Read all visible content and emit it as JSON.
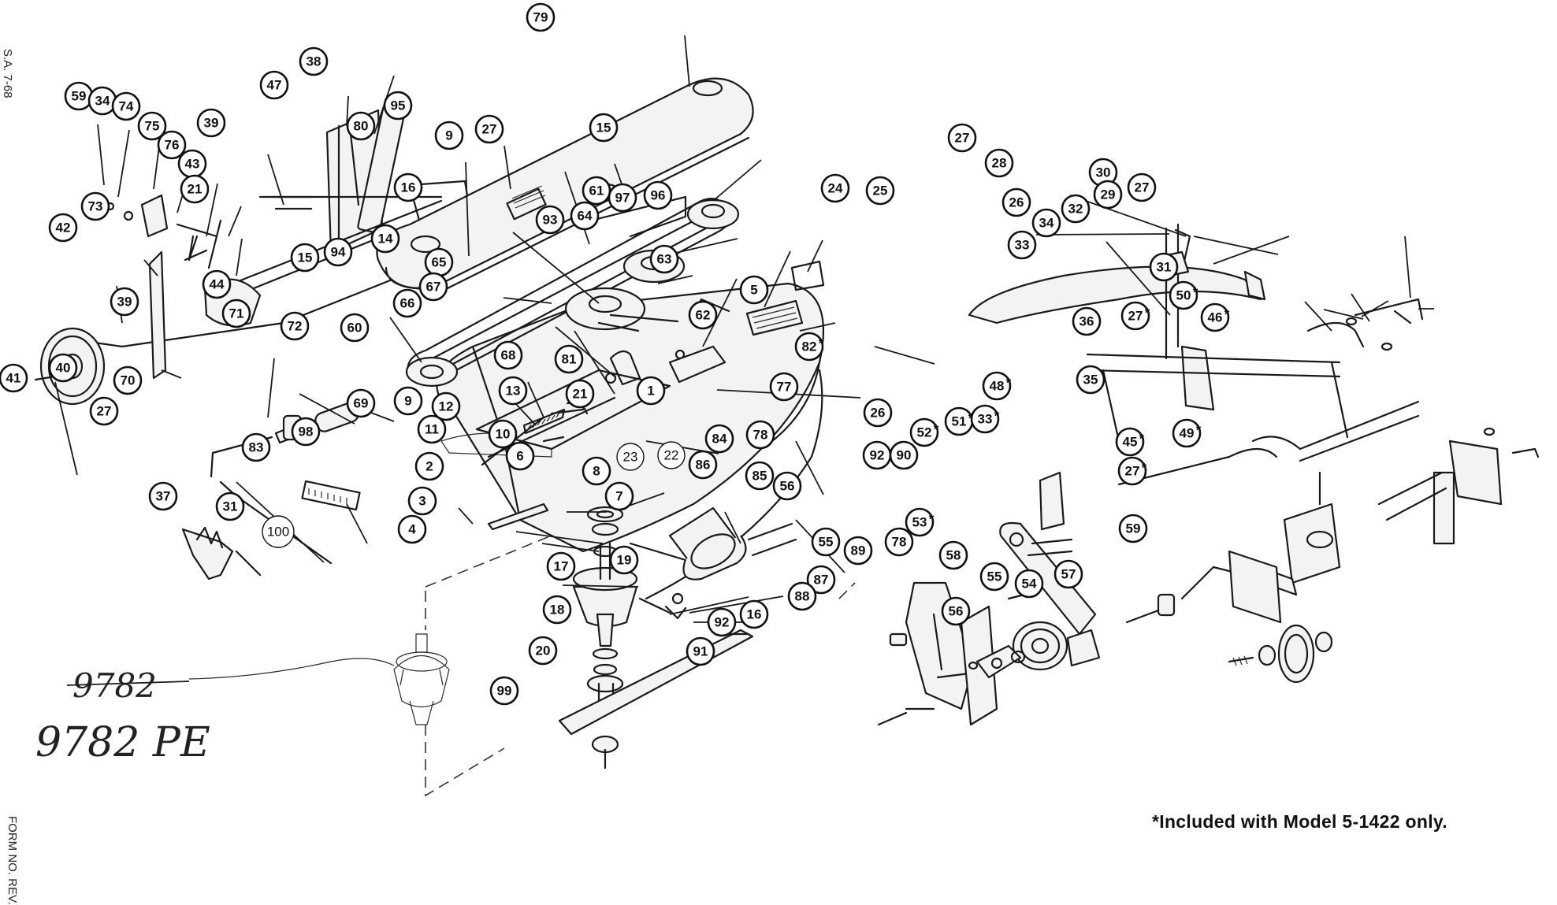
{
  "footnote": "*Included with Model 5-1422 only.",
  "handwritten_crossed": "9782",
  "handwritten_code": "9782 PE",
  "edge_text_top": "S.A. 7-68",
  "edge_text_bottom": "FORM NO. REV.",
  "callouts": [
    {
      "id": "79",
      "star": false
    },
    {
      "id": "38",
      "star": false
    },
    {
      "id": "47",
      "star": false
    },
    {
      "id": "59",
      "star": false
    },
    {
      "id": "34",
      "star": false
    },
    {
      "id": "74",
      "star": false
    },
    {
      "id": "75",
      "star": false
    },
    {
      "id": "39",
      "star": false
    },
    {
      "id": "95",
      "star": false
    },
    {
      "id": "80",
      "star": false
    },
    {
      "id": "9",
      "star": false
    },
    {
      "id": "27",
      "star": false
    },
    {
      "id": "15",
      "star": false
    },
    {
      "id": "76",
      "star": false
    },
    {
      "id": "43",
      "star": false
    },
    {
      "id": "16",
      "star": false
    },
    {
      "id": "61",
      "star": false
    },
    {
      "id": "97",
      "star": false
    },
    {
      "id": "96",
      "star": false
    },
    {
      "id": "73",
      "star": false
    },
    {
      "id": "21",
      "star": false
    },
    {
      "id": "42",
      "star": false
    },
    {
      "id": "14",
      "star": false
    },
    {
      "id": "93",
      "star": false
    },
    {
      "id": "64",
      "star": false
    },
    {
      "id": "15",
      "star": false
    },
    {
      "id": "94",
      "star": false
    },
    {
      "id": "65",
      "star": false
    },
    {
      "id": "63",
      "star": false
    },
    {
      "id": "44",
      "star": false
    },
    {
      "id": "39",
      "star": false
    },
    {
      "id": "67",
      "star": false
    },
    {
      "id": "5",
      "star": false
    },
    {
      "id": "66",
      "star": false
    },
    {
      "id": "71",
      "star": false
    },
    {
      "id": "62",
      "star": false
    },
    {
      "id": "72",
      "star": false
    },
    {
      "id": "60",
      "star": false
    },
    {
      "id": "68",
      "star": false
    },
    {
      "id": "81",
      "star": false
    },
    {
      "id": "41",
      "star": false
    },
    {
      "id": "40",
      "star": false
    },
    {
      "id": "70",
      "star": false
    },
    {
      "id": "1",
      "star": false
    },
    {
      "id": "13",
      "star": false
    },
    {
      "id": "69",
      "star": false
    },
    {
      "id": "9",
      "star": false
    },
    {
      "id": "12",
      "star": false
    },
    {
      "id": "21",
      "star": false
    },
    {
      "id": "27",
      "star": false
    },
    {
      "id": "11",
      "star": false
    },
    {
      "id": "10",
      "star": false
    },
    {
      "id": "98",
      "star": false
    },
    {
      "id": "83",
      "star": false
    },
    {
      "id": "23",
      "star": false,
      "light": true
    },
    {
      "id": "22",
      "star": false,
      "light": true
    },
    {
      "id": "2",
      "star": false
    },
    {
      "id": "6",
      "star": false
    },
    {
      "id": "8",
      "star": false
    },
    {
      "id": "37",
      "star": false
    },
    {
      "id": "31",
      "star": false
    },
    {
      "id": "7",
      "star": false
    },
    {
      "id": "3",
      "star": false
    },
    {
      "id": "100",
      "star": false,
      "light": true
    },
    {
      "id": "4",
      "star": false
    },
    {
      "id": "19",
      "star": false
    },
    {
      "id": "17",
      "star": false
    },
    {
      "id": "18",
      "star": false
    },
    {
      "id": "20",
      "star": false
    },
    {
      "id": "99",
      "star": false
    },
    {
      "id": "27",
      "star": false
    },
    {
      "id": "28",
      "star": false
    },
    {
      "id": "24",
      "star": false
    },
    {
      "id": "25",
      "star": false
    },
    {
      "id": "26",
      "star": false
    },
    {
      "id": "30",
      "star": false
    },
    {
      "id": "29",
      "star": false
    },
    {
      "id": "27",
      "star": false
    },
    {
      "id": "32",
      "star": false
    },
    {
      "id": "34",
      "star": false
    },
    {
      "id": "33",
      "star": false
    },
    {
      "id": "31",
      "star": false
    },
    {
      "id": "50",
      "star": true
    },
    {
      "id": "27",
      "star": true
    },
    {
      "id": "46",
      "star": true
    },
    {
      "id": "36",
      "star": false
    },
    {
      "id": "82",
      "star": true
    },
    {
      "id": "48",
      "star": true
    },
    {
      "id": "35",
      "star": false
    },
    {
      "id": "77",
      "star": false
    },
    {
      "id": "26",
      "star": false
    },
    {
      "id": "52",
      "star": true
    },
    {
      "id": "51",
      "star": true
    },
    {
      "id": "33",
      "star": true
    },
    {
      "id": "45",
      "star": true
    },
    {
      "id": "49",
      "star": true
    },
    {
      "id": "84",
      "star": false
    },
    {
      "id": "78",
      "star": false
    },
    {
      "id": "92",
      "star": false
    },
    {
      "id": "90",
      "star": false
    },
    {
      "id": "27",
      "star": true
    },
    {
      "id": "86",
      "star": false
    },
    {
      "id": "85",
      "star": false
    },
    {
      "id": "56",
      "star": false
    },
    {
      "id": "53",
      "star": true
    },
    {
      "id": "59",
      "star": false
    },
    {
      "id": "55",
      "star": false
    },
    {
      "id": "89",
      "star": false
    },
    {
      "id": "78",
      "star": false
    },
    {
      "id": "58",
      "star": false
    },
    {
      "id": "87",
      "star": false
    },
    {
      "id": "88",
      "star": false
    },
    {
      "id": "57",
      "star": false
    },
    {
      "id": "55",
      "star": false
    },
    {
      "id": "54",
      "star": false
    },
    {
      "id": "16",
      "star": false
    },
    {
      "id": "92",
      "star": false
    },
    {
      "id": "91",
      "star": false
    },
    {
      "id": "56",
      "star": false
    }
  ]
}
